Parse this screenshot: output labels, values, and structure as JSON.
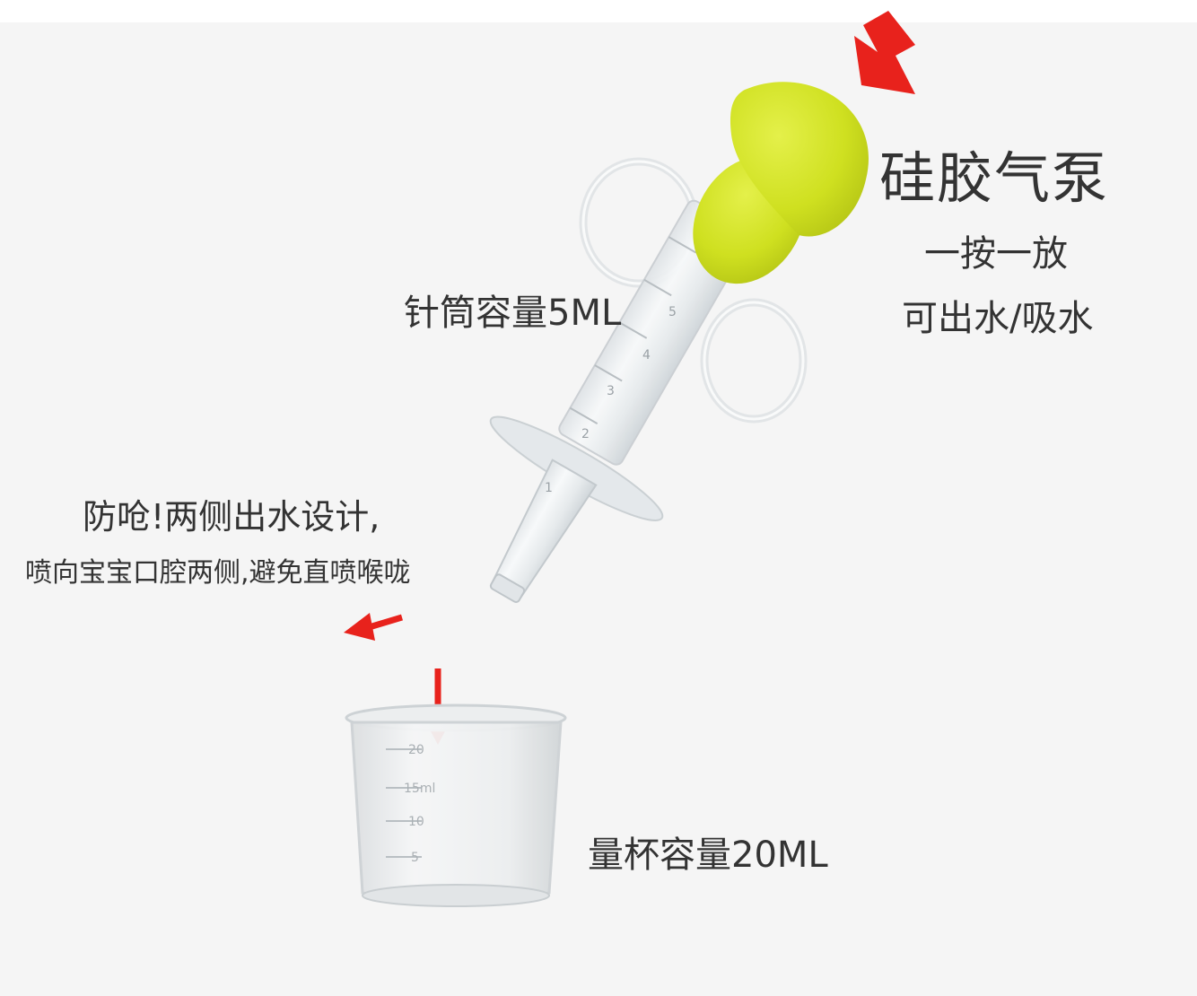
{
  "labels": {
    "pump_title": "硅胶气泵",
    "pump_line1": "一按一放",
    "pump_line2": "可出水/吸水",
    "syringe_capacity": "针筒容量5ML",
    "anti_choke_line1": "防呛!两侧出水设计,",
    "anti_choke_line2": "喷向宝宝口腔两侧,避免直喷喉咙",
    "cup_capacity": "量杯容量20ML"
  },
  "syringe_scale": [
    "1",
    "2",
    "3",
    "4",
    "5"
  ],
  "cup_scale": [
    "20",
    "15ml",
    "10",
    "5"
  ],
  "colors": {
    "background": "#f5f5f5",
    "pump_yellow": "#cfe020",
    "arrow_red": "#e8221c",
    "text": "#333333"
  }
}
